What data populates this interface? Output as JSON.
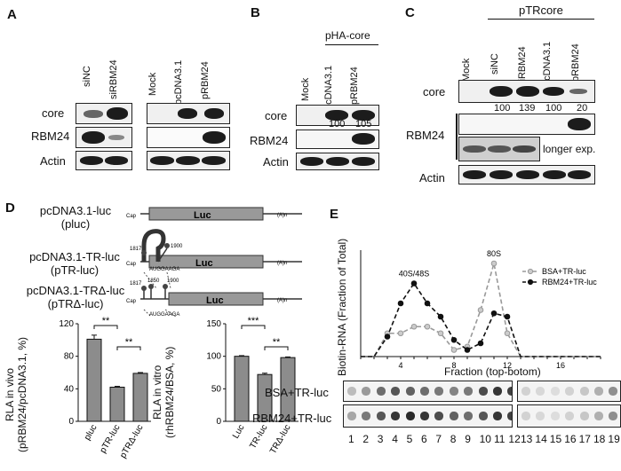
{
  "panels": {
    "A": "A",
    "B": "B",
    "C": "C",
    "D": "D",
    "E": "E"
  },
  "A": {
    "lanes_left": [
      "siNC",
      "siRBM24"
    ],
    "lanes_right": [
      "Mock",
      "pcDNA3.1",
      "pRBM24"
    ],
    "rows": [
      "core",
      "RBM24",
      "Actin"
    ]
  },
  "B": {
    "header": "pHA-core",
    "lanes": [
      "Mock",
      "pcDNA3.1",
      "pRBM24"
    ],
    "rows": [
      "core",
      "RBM24",
      "Actin"
    ],
    "quant": [
      "100",
      "105"
    ]
  },
  "C": {
    "header": "pTRcore",
    "lanes": [
      "Mock",
      "siNC",
      "siRBM24",
      "pcDNA3.1",
      "pRBM24"
    ],
    "rows": [
      "core",
      "RBM24",
      "Actin"
    ],
    "quant": [
      "100",
      "139",
      "100",
      "20"
    ],
    "longer": "longer exp."
  },
  "D": {
    "constructs": [
      {
        "name": "pcDNA3.1-luc",
        "abbr": "(pluc)"
      },
      {
        "name": "pcDNA3.1-TR-luc",
        "abbr": "(pTR-luc)"
      },
      {
        "name": "pcDNA3.1-TRΔ-luc",
        "abbr": "(pTRΔ-luc)"
      }
    ],
    "cap": "Cap",
    "luc": "Luc",
    "polyA": "(A)n",
    "pos": [
      "1817",
      "1900",
      "1817",
      "1850",
      "1900"
    ],
    "motif": "AUGGAAGA",
    "sig": [
      "**",
      "**",
      "***",
      "**"
    ]
  },
  "E": {
    "legend": [
      "BSA+TR-luc",
      "RBM24+TR-luc"
    ],
    "peak_labels": [
      "40S/48S",
      "80S"
    ],
    "blot_rows": [
      "BSA+TR-luc",
      "RBM24+TR-luc"
    ],
    "fractions": [
      "1",
      "2",
      "3",
      "4",
      "5",
      "6",
      "7",
      "8",
      "9",
      "10",
      "11",
      "12",
      "13",
      "14",
      "15",
      "16",
      "17",
      "18",
      "19"
    ]
  },
  "chart_data": [
    {
      "type": "bar",
      "categories": [
        "pluc",
        "pTR-luc",
        "pTRΔ-luc"
      ],
      "values": [
        101,
        42,
        59
      ],
      "errors": [
        5,
        1,
        1
      ],
      "ylabel_line1": "RLA in vivo",
      "ylabel_line2": "(pRBM24/pcDNA3.1, %)",
      "ylim": [
        0,
        120
      ],
      "yticks": [
        "0",
        "40",
        "80",
        "120"
      ]
    },
    {
      "type": "bar",
      "categories": [
        "Luc",
        "TR-luc",
        "TRΔ-luc"
      ],
      "values": [
        100,
        72,
        98
      ],
      "errors": [
        1,
        2,
        1
      ],
      "ylabel_line1": "RLA in vitro",
      "ylabel_line2": "(rhRBM24/BSA, %)",
      "ylim": [
        0,
        150
      ],
      "yticks": [
        "0",
        "50",
        "100",
        "150"
      ]
    },
    {
      "type": "line",
      "x": [
        1,
        2,
        3,
        4,
        5,
        6,
        7,
        8,
        9,
        10,
        11,
        12,
        13,
        14,
        15,
        16,
        17,
        18,
        19
      ],
      "series": [
        {
          "name": "BSA+TR-luc",
          "color": "#999999",
          "values": [
            0,
            0,
            0.07,
            0.07,
            0.09,
            0.09,
            0.07,
            0.02,
            0.03,
            0.14,
            0.28,
            0.07,
            0,
            0,
            0,
            0,
            0,
            0,
            0
          ]
        },
        {
          "name": "RBM24+TR-luc",
          "color": "#111111",
          "values": [
            0,
            0,
            0.06,
            0.16,
            0.22,
            0.16,
            0.12,
            0.05,
            0.02,
            0.04,
            0.13,
            0.12,
            0,
            0,
            0,
            0,
            0,
            0,
            0
          ]
        }
      ],
      "xlabel": "Fraction (top-botom)",
      "ylabel": "Biotin-RNA (Fraction of Total)",
      "xticks": [
        "4",
        "8",
        "12",
        "16"
      ],
      "ylim": [
        0,
        0.32
      ]
    }
  ]
}
